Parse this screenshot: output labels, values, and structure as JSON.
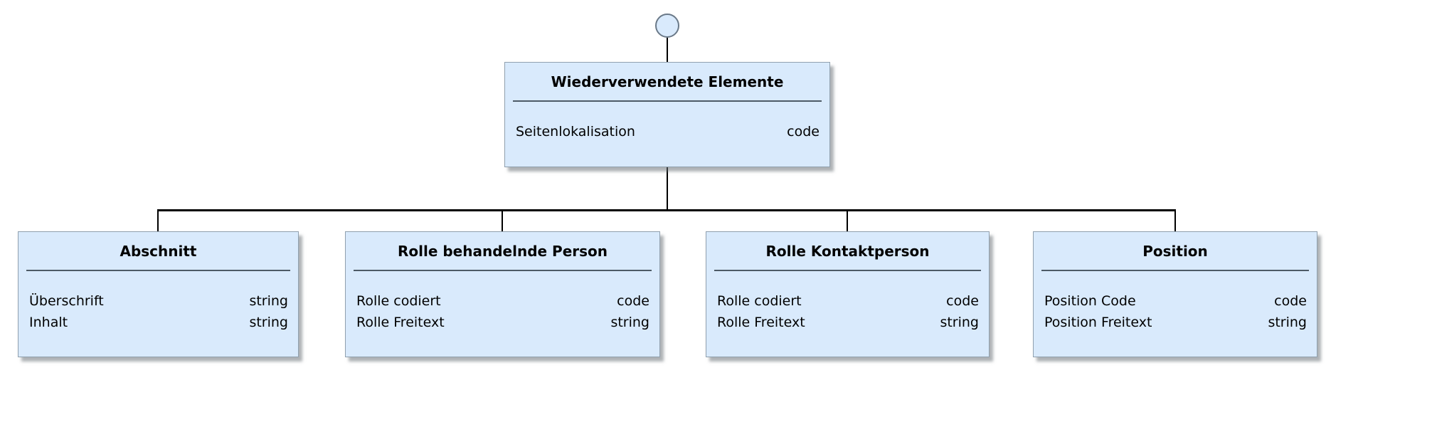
{
  "root_class": {
    "title": "Wiederverwendete Elemente",
    "attributes": [
      {
        "name": "Seitenlokalisation",
        "type": "code"
      }
    ]
  },
  "child_classes": [
    {
      "title": "Abschnitt",
      "attributes": [
        {
          "name": "Überschrift",
          "type": "string"
        },
        {
          "name": "Inhalt",
          "type": "string"
        }
      ]
    },
    {
      "title": "Rolle behandelnde Person",
      "attributes": [
        {
          "name": "Rolle codiert",
          "type": "code"
        },
        {
          "name": "Rolle Freitext",
          "type": "string"
        }
      ]
    },
    {
      "title": "Rolle Kontaktperson",
      "attributes": [
        {
          "name": "Rolle codiert",
          "type": "code"
        },
        {
          "name": "Rolle Freitext",
          "type": "string"
        }
      ]
    },
    {
      "title": "Position",
      "attributes": [
        {
          "name": "Position Code",
          "type": "code"
        },
        {
          "name": "Position Freitext",
          "type": "string"
        }
      ]
    }
  ],
  "colors": {
    "box_fill": "#d9eafc",
    "box_border": "#90a0ae",
    "separator": "#4d5a66",
    "line": "#000000",
    "circle_border": "#6a7988"
  }
}
